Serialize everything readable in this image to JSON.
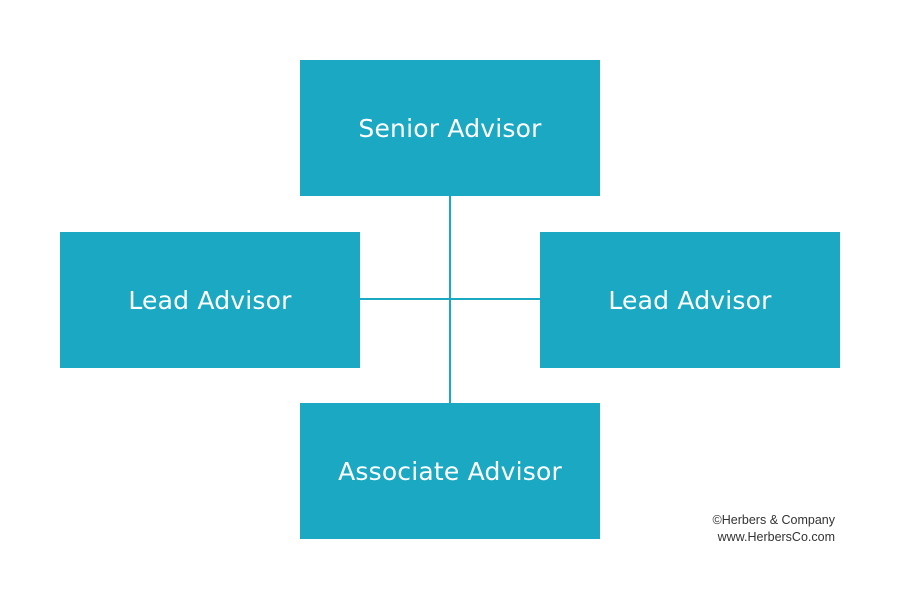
{
  "colors": {
    "box_fill": "#1aa8c3",
    "connector": "#1aa8c3",
    "box_text": "#ffffff",
    "credit_text": "#333333"
  },
  "org_chart": {
    "top": {
      "label": "Senior Advisor"
    },
    "left": {
      "label": "Lead Advisor"
    },
    "right": {
      "label": "Lead Advisor"
    },
    "bottom": {
      "label": "Associate Advisor"
    }
  },
  "credit": {
    "line1": "©Herbers & Company",
    "line2": "www.HerbersCo.com"
  }
}
